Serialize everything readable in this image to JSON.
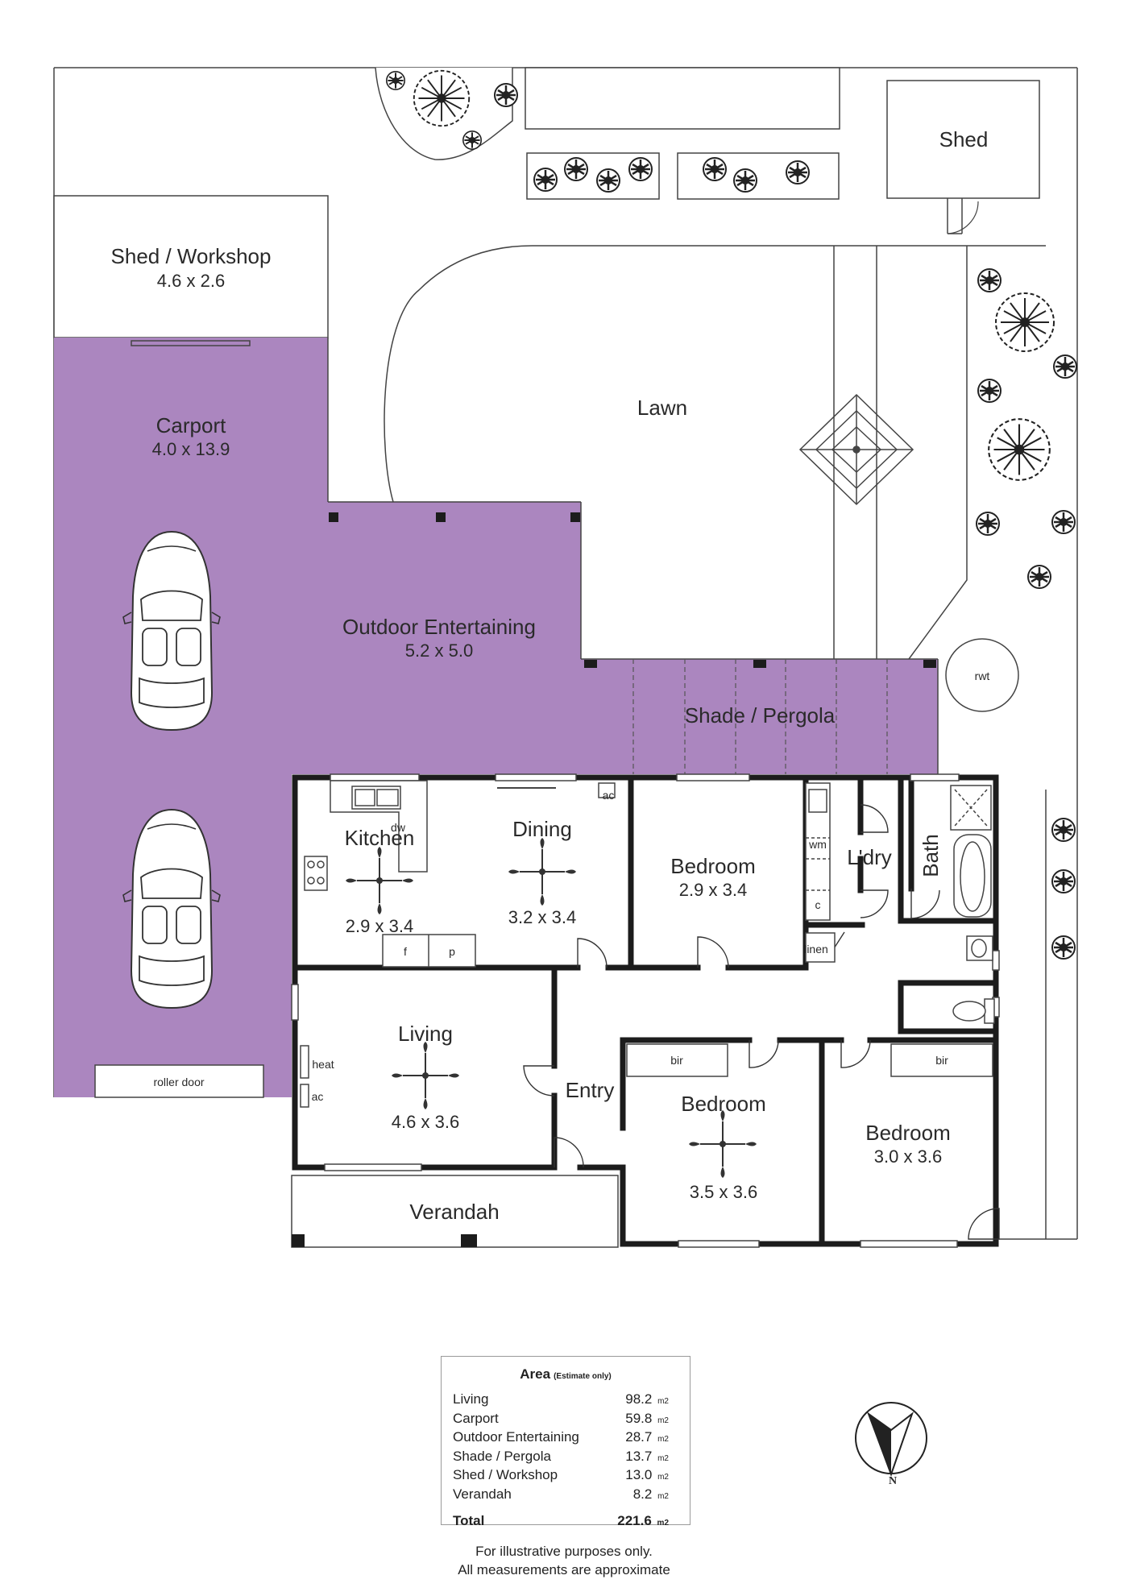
{
  "rooms": {
    "shed": "Shed",
    "workshop_name": "Shed / Workshop",
    "workshop_dim": "4.6 x 2.6",
    "carport_name": "Carport",
    "carport_dim": "4.0 x 13.9",
    "lawn": "Lawn",
    "outdoor_name": "Outdoor Entertaining",
    "outdoor_dim": "5.2 x 5.0",
    "pergola": "Shade / Pergola",
    "kitchen_name": "Kitchen",
    "kitchen_dim": "2.9 x 3.4",
    "dining_name": "Dining",
    "dining_dim": "3.2 x 3.4",
    "bed1_name": "Bedroom",
    "bed1_dim": "2.9 x 3.4",
    "laundry": "L'dry",
    "bath": "Bath",
    "living_name": "Living",
    "living_dim": "4.6 x 3.6",
    "entry": "Entry",
    "bed2_name": "Bedroom",
    "bed2_dim": "3.5 x 3.6",
    "bed3_name": "Bedroom",
    "bed3_dim": "3.0 x 3.6",
    "verandah": "Verandah"
  },
  "fixtures": {
    "roller_door": "roller door",
    "rwt": "rwt",
    "ac_dining": "ac",
    "dw": "dw",
    "fridge": "f",
    "pantry": "p",
    "wm": "wm",
    "c": "c",
    "linen": "linen",
    "heat": "heat",
    "ac_living": "ac",
    "bir_left": "bir",
    "bir_right": "bir"
  },
  "compass": {
    "north": "N"
  },
  "area_table": {
    "title": "Area",
    "note": "(Estimate only)",
    "rows": [
      {
        "name": "Living",
        "value": "98.2",
        "unit": "m2"
      },
      {
        "name": "Carport",
        "value": "59.8",
        "unit": "m2"
      },
      {
        "name": "Outdoor Entertaining",
        "value": "28.7",
        "unit": "m2"
      },
      {
        "name": "Shade / Pergola",
        "value": "13.7",
        "unit": "m2"
      },
      {
        "name": "Shed / Workshop",
        "value": "13.0",
        "unit": "m2"
      },
      {
        "name": "Verandah",
        "value": "8.2",
        "unit": "m2"
      }
    ],
    "total_label": "Total",
    "total_value": "221.6",
    "total_unit": "m2"
  },
  "disclaimer": {
    "line1": "For illustrative purposes only.",
    "line2": "All measurements are approximate"
  },
  "colors": {
    "purple": "#ab86bf",
    "wall": "#1c1c1c",
    "line": "#4a4a4a"
  }
}
